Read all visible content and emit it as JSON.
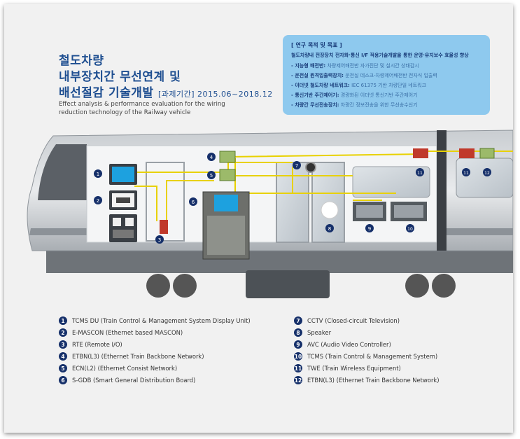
{
  "title": {
    "line1": "철도차량",
    "line2": "내부장치간 무선연계 및",
    "line3": "배선절감 기술개발",
    "period": "[과제기간] 2015.06~2018.12",
    "subtitle_line1": "Effect analysis & performance evaluation for the wiring",
    "subtitle_line2": "reduction technology of the Railway vehicle"
  },
  "info_box": {
    "heading": "[ 연구 목적 및 목표 ]",
    "summary": "철도차량내 전장장치 전자화·통신 I/F 적용기술개발을 통한 운영·유지보수 효율성 향상",
    "items": [
      {
        "label": "- 지능형 배전반:",
        "text": " 차량제어배전반 자가진단 및 실시간 상태감시"
      },
      {
        "label": "- 운전실 원격입출력장치:",
        "text": " 운전실 데스크-차량제어배전반 전자식 입출력"
      },
      {
        "label": "- 이더넷 철도차량 네트워크:",
        "text": " IEC 61375 기반 차량단일 네트워크"
      },
      {
        "label": "- 통신기반 주간제어기:",
        "text": " 경량화된 이더넷 통신기반 주간제어기"
      },
      {
        "label": "- 차량간 무선전송장치:",
        "text": " 차량간 정보전송을 위한 무선송수신기"
      }
    ]
  },
  "diagram": {
    "markers": [
      "1",
      "2",
      "3",
      "4",
      "5",
      "6",
      "7",
      "8",
      "9",
      "10",
      "11",
      "12"
    ]
  },
  "legend": [
    {
      "num": "1",
      "text": "TCMS DU (Train Control & Management System Display Unit)"
    },
    {
      "num": "2",
      "text": "E-MASCON (Ethernet based MASCON)"
    },
    {
      "num": "3",
      "text": "RTE (Remote I/O)"
    },
    {
      "num": "4",
      "text": "ETBN(L3) (Ethernet Train Backbone Network)"
    },
    {
      "num": "5",
      "text": "ECN(L2) (Ethernet Consist Network)"
    },
    {
      "num": "6",
      "text": "S-GDB (Smart General Distribution Board)"
    },
    {
      "num": "7",
      "text": "CCTV (Closed-circuit Television)"
    },
    {
      "num": "8",
      "text": "Speaker"
    },
    {
      "num": "9",
      "text": "AVC (Audio Video Controller)"
    },
    {
      "num": "10",
      "text": "TCMS (Train Control & Management System)"
    },
    {
      "num": "11",
      "text": "TWE (Train Wireless Equipment)"
    },
    {
      "num": "12",
      "text": "ETBN(L3) (Ethernet Train Backbone Network)"
    }
  ],
  "colors": {
    "title": "#1f4f91",
    "info_box": "#8ec9ee",
    "marker": "#16306a",
    "wire": "#e8d100",
    "train_body": "#9aa0a6"
  }
}
